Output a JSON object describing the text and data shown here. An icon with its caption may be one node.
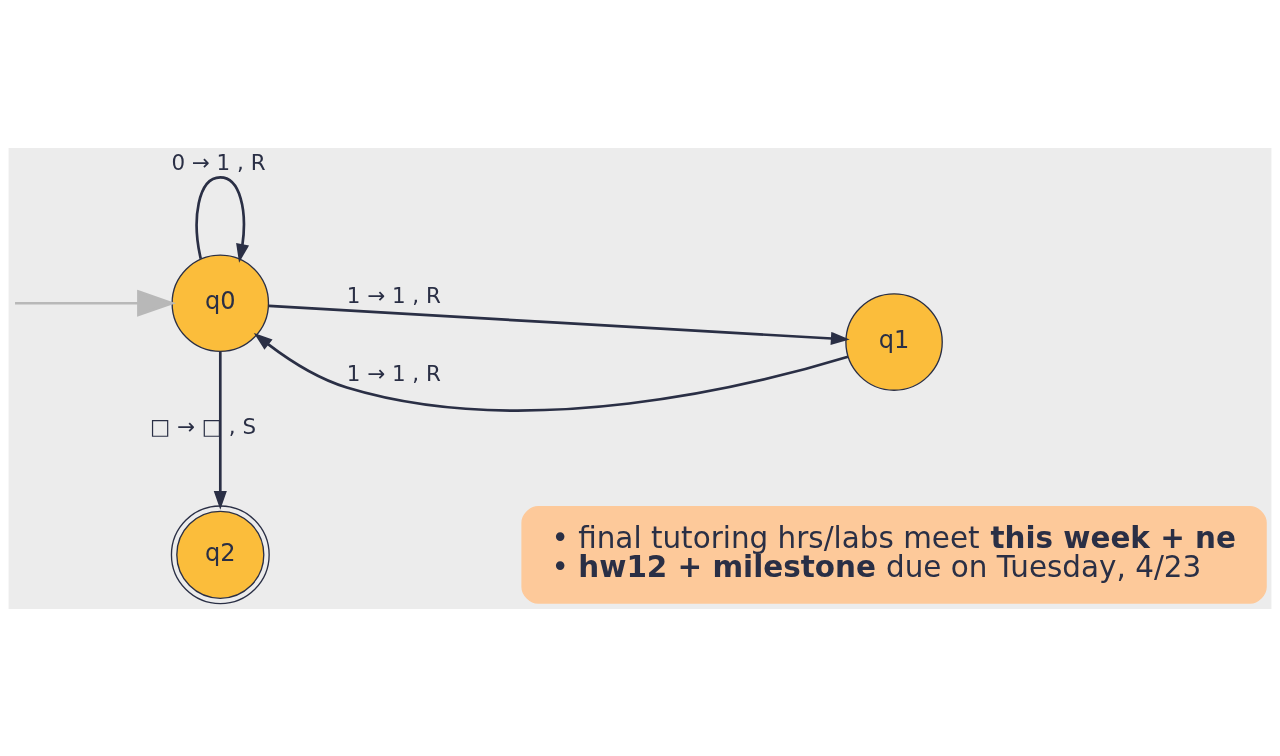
{
  "diagram": {
    "nodes": [
      {
        "text": [
          "q0"
        ]
      },
      {
        "text": [
          "q1"
        ]
      },
      {
        "text": [
          "q2"
        ]
      },
      {
        "text": [
          "• final tutoring hrs/labs meet **this week + ne**",
          "• **hw12 + milestone** due on Tuesday, 4/23"
        ]
      }
    ],
    "edges": [
      {
        "from": 0,
        "to": 0,
        "arrow": "to",
        "label": "0 → 1 , R"
      },
      {
        "from": 1,
        "to": 0,
        "arrow": "to",
        "label": "1 → 1 , R"
      },
      {
        "from": 0,
        "to": 1,
        "arrow": "to",
        "label": "1 → 1 , R"
      },
      {
        "from": 0,
        "to": 2,
        "arrow": "to",
        "label": "□ → □ , S"
      },
      {
        "from": null,
        "to": 0,
        "arrow": "to",
        "color": "#b8b8b8"
      }
    ]
  }
}
